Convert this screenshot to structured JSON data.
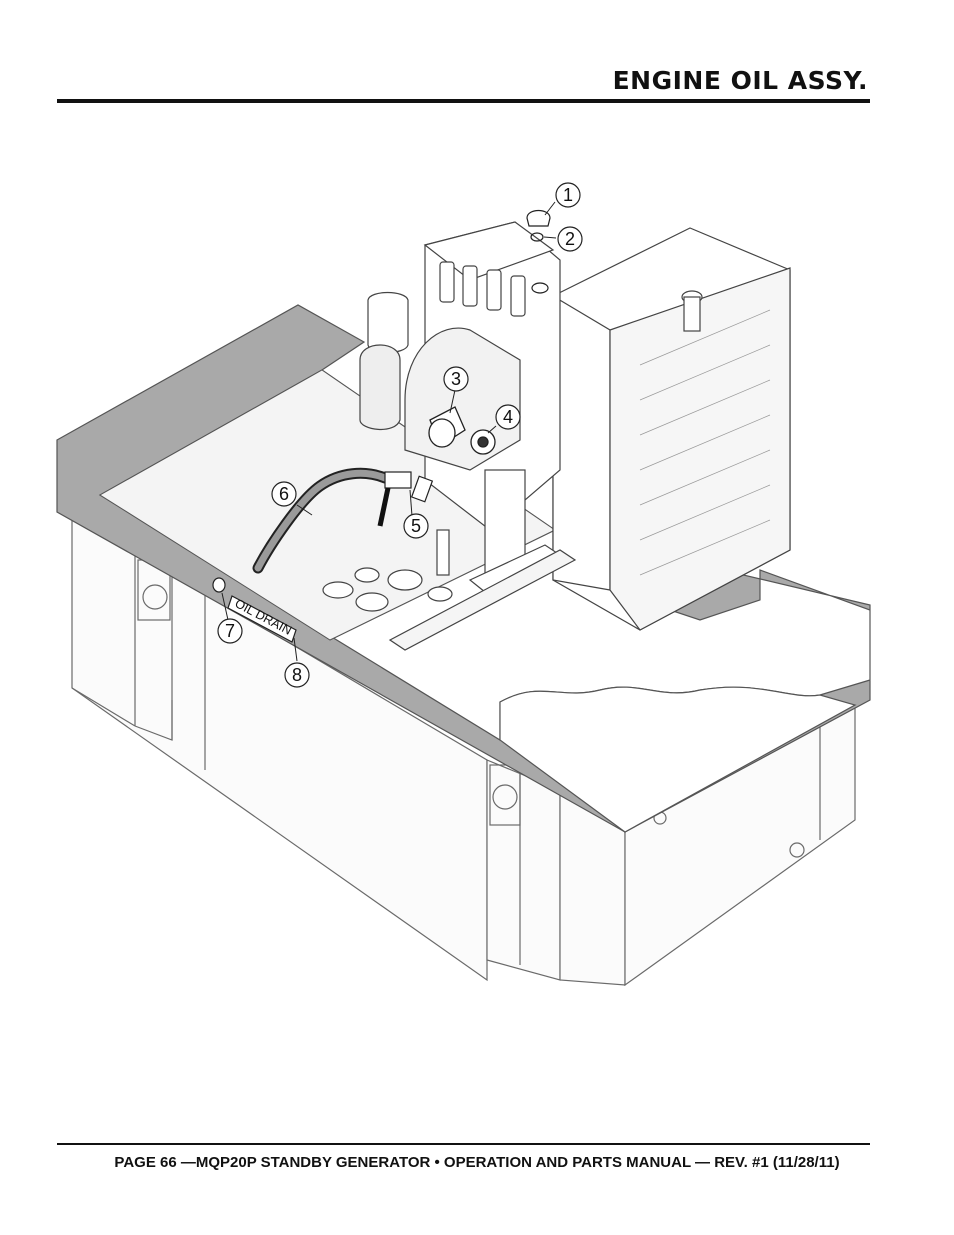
{
  "header": {
    "title": "ENGINE OIL ASSY."
  },
  "diagram": {
    "callouts": [
      "1",
      "2",
      "3",
      "4",
      "5",
      "6",
      "7",
      "8"
    ],
    "decal_text": "OIL DRAIN"
  },
  "footer": {
    "text": "PAGE 66 —MQP20P STANDBY GENERATOR • OPERATION AND PARTS MANUAL — REV. #1 (11/28/11)"
  },
  "colors": {
    "ink": "#111111",
    "panel_gray": "#a9a9a9",
    "line_gray": "#6a6a6a",
    "light_fill": "#f4f4f4"
  }
}
